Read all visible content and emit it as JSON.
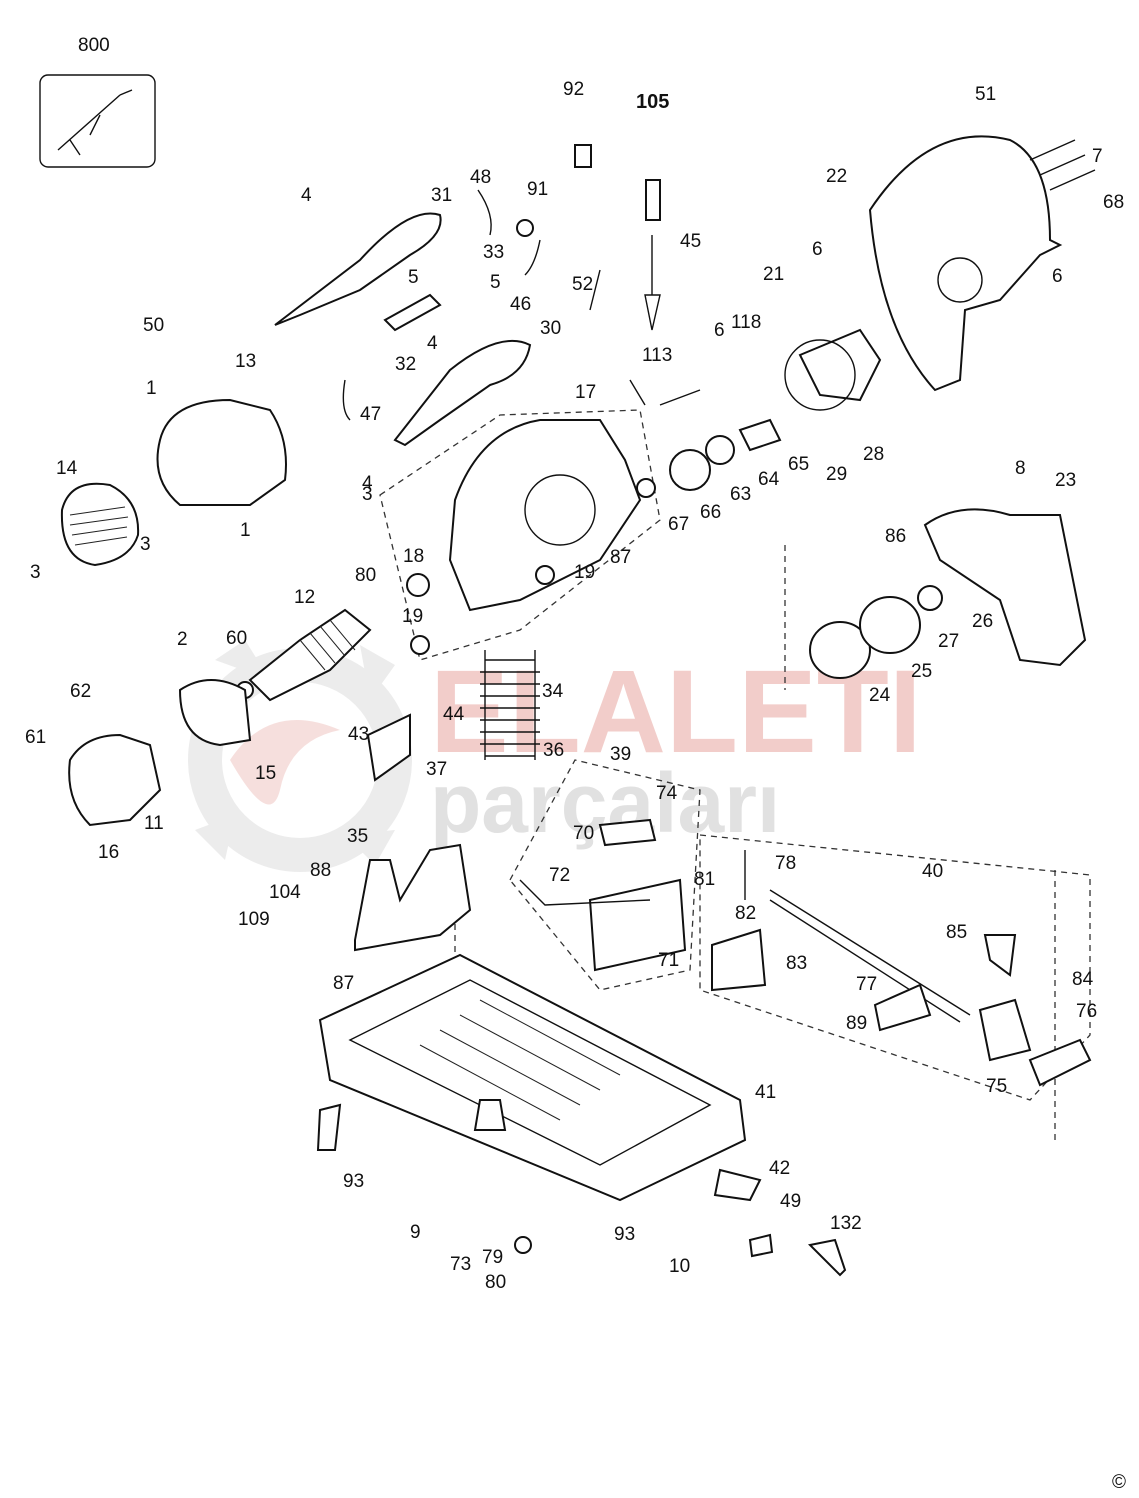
{
  "watermark": {
    "line1": "ELALETI",
    "line2": "parçaları",
    "color_primary": "#e8a6a0",
    "color_secondary": "#c9c9c9"
  },
  "copyright_mark": "©",
  "labels": [
    "800",
    "105",
    "92",
    "51",
    "7",
    "22",
    "68",
    "6",
    "6",
    "21",
    "118",
    "48",
    "91",
    "31",
    "4",
    "33",
    "5",
    "5",
    "46",
    "52",
    "30",
    "50",
    "1",
    "13",
    "4",
    "32",
    "47",
    "45",
    "113",
    "6",
    "17",
    "65",
    "28",
    "29",
    "64",
    "63",
    "66",
    "67",
    "14",
    "3",
    "3",
    "3",
    "1",
    "4",
    "18",
    "19",
    "19",
    "87",
    "80",
    "12",
    "2",
    "60",
    "62",
    "61",
    "11",
    "16",
    "15",
    "43",
    "44",
    "34",
    "36",
    "37",
    "35",
    "39",
    "74",
    "70",
    "72",
    "88",
    "104",
    "109",
    "87",
    "71",
    "81",
    "78",
    "82",
    "83",
    "40",
    "85",
    "84",
    "77",
    "89",
    "76",
    "75",
    "41",
    "42",
    "49",
    "132",
    "93",
    "9",
    "73",
    "79",
    "80",
    "93",
    "10",
    "8",
    "23",
    "86",
    "26",
    "27",
    "25",
    "24"
  ]
}
